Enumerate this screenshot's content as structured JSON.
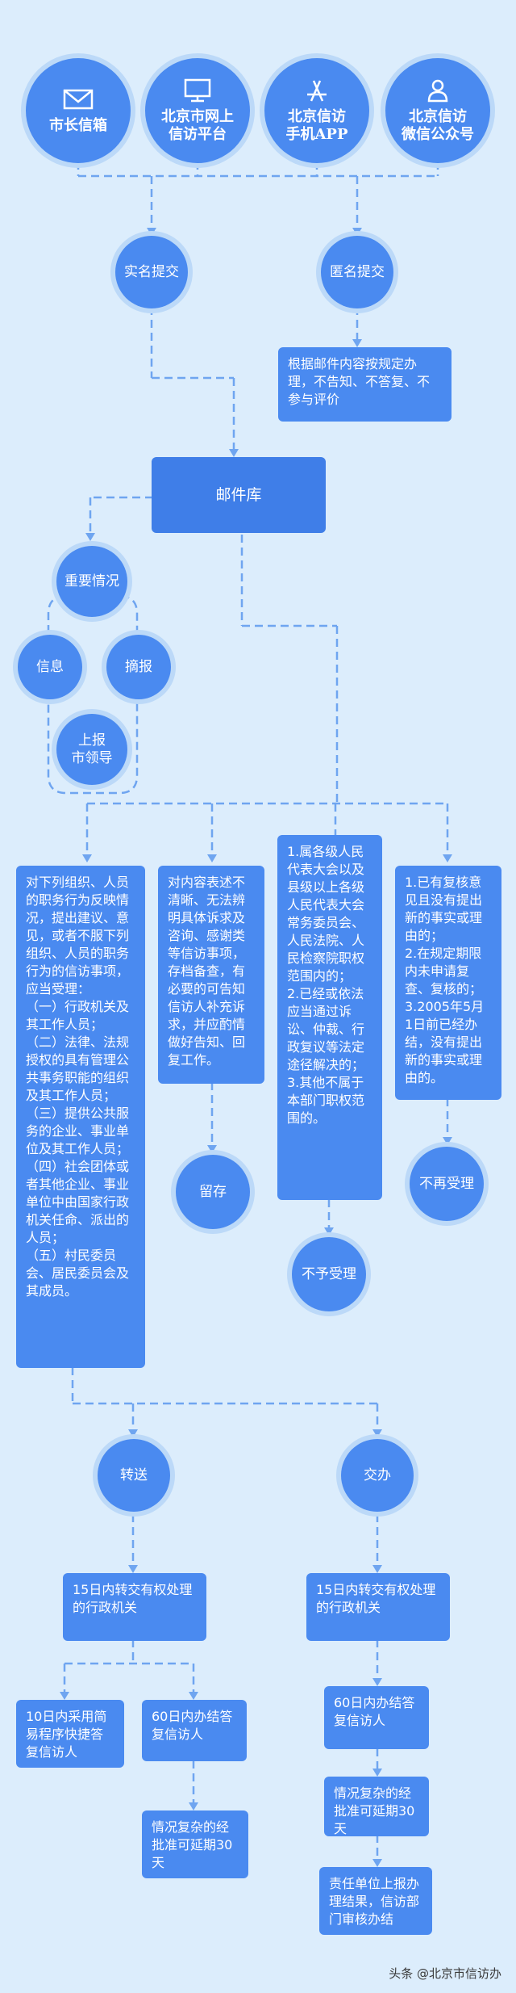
{
  "channels": [
    {
      "icon": "envelope-icon",
      "label": "市长信箱"
    },
    {
      "icon": "monitor-icon",
      "label": "北京市网上\n信访平台"
    },
    {
      "icon": "app-store-icon",
      "label": "北京信访\n手机APP"
    },
    {
      "icon": "users-icon",
      "label": "北京信访\n微信公众号"
    }
  ],
  "submit": {
    "real_name": "实名提交",
    "anonymous": "匿名提交"
  },
  "anonymous_note": "根据邮件内容按规定办理，不告知、不答复、不参与评价",
  "mailbox": "邮件库",
  "branch": {
    "important": "重要情况",
    "info": "信息",
    "excerpt": "摘报",
    "report": "上报\n市领导"
  },
  "columns": {
    "c1": "对下列组织、人员的职务行为反映情况，提出建议、意见，或者不服下列组织、人员的职务行为的信访事项，应当受理：\n（一）行政机关及其工作人员；\n（二）法律、法规授权的具有管理公共事务职能的组织及其工作人员；\n（三）提供公共服务的企业、事业单位及其工作人员；\n（四）社会团体或者其他企业、事业单位中由国家行政机关任命、派出的人员；\n（五）村民委员会、居民委员会及其成员。",
    "c2": "对内容表述不清晰、无法辨明具体诉求及咨询、感谢类等信访事项，存档备查，有必要的可告知信访人补充诉求，并应酌情做好告知、回复工作。",
    "c3": "1.属各级人民代表大会以及县级以上各级人民代表大会常务委员会、人民法院、人民检察院职权范围内的；\n2.已经或依法应当通过诉讼、仲裁、行政复议等法定途径解决的；\n3.其他不属于本部门职权范围的。",
    "c4": "1.已有复核意见且没有提出新的事实或理由的；\n2.在规定期限内未申请复查、复核的；\n3.2005年5月1日前已经办结，没有提出新的事实或理由的。"
  },
  "results": {
    "keep": "留存",
    "reject": "不予受理",
    "no_accept": "不再受理"
  },
  "actions": {
    "transfer": "转送",
    "assign": "交办"
  },
  "transfer_flow": {
    "step1": "15日内转交有权处理的行政机关",
    "simple": "10日内采用简易程序快捷答复信访人",
    "reply60": "60日内办结答复信访人",
    "extend": "情况复杂的经批准可延期30天"
  },
  "assign_flow": {
    "step1": "15日内转交有权处理的行政机关",
    "reply60": "60日内办结答复信访人",
    "extend": "情况复杂的经批准可延期30天",
    "review": "责任单位上报办理结果，信访部门审核办结"
  },
  "watermark": "头条 @北京市信访办"
}
